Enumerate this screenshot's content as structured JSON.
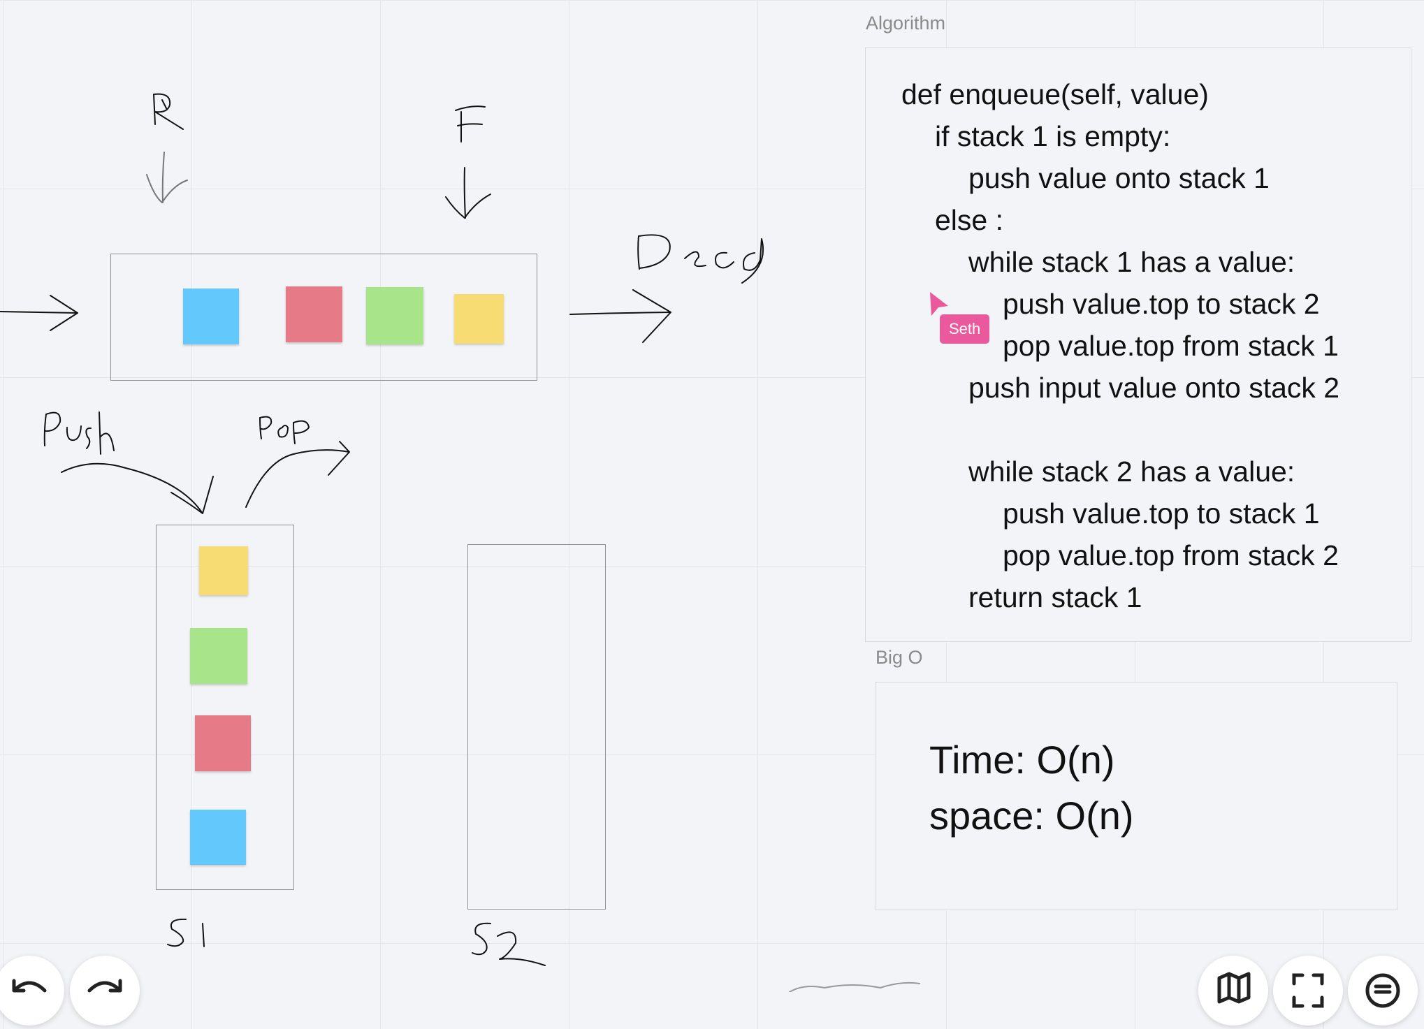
{
  "frames": {
    "algorithm": {
      "label": "Algorithm",
      "code_lines": [
        "def enqueue(self, value)",
        "if stack 1 is empty:",
        "push value onto stack 1",
        "else :",
        "while stack 1 has a value:",
        "push value.top to stack 2",
        "pop value.top from stack 1",
        "push input value onto stack 2",
        "while stack 2 has a value:",
        "push value.top to stack 1",
        "pop value.top from stack 2",
        "return stack 1"
      ]
    },
    "big_o": {
      "label": "Big O",
      "lines": [
        "Time: O(n)",
        "space: O(n)"
      ]
    }
  },
  "collaborator": {
    "name": "Seth",
    "color": "#e9599b"
  },
  "sticky_colors": {
    "blue": "#63c8fb",
    "red": "#e67a86",
    "green": "#a8e48a",
    "yellow": "#f6dc73"
  },
  "toolbar": {
    "undo_icon": "undo-icon",
    "redo_icon": "redo-icon",
    "map_icon": "map-icon",
    "fit_icon": "fit-to-screen-icon",
    "menu_icon": "menu-icon"
  }
}
